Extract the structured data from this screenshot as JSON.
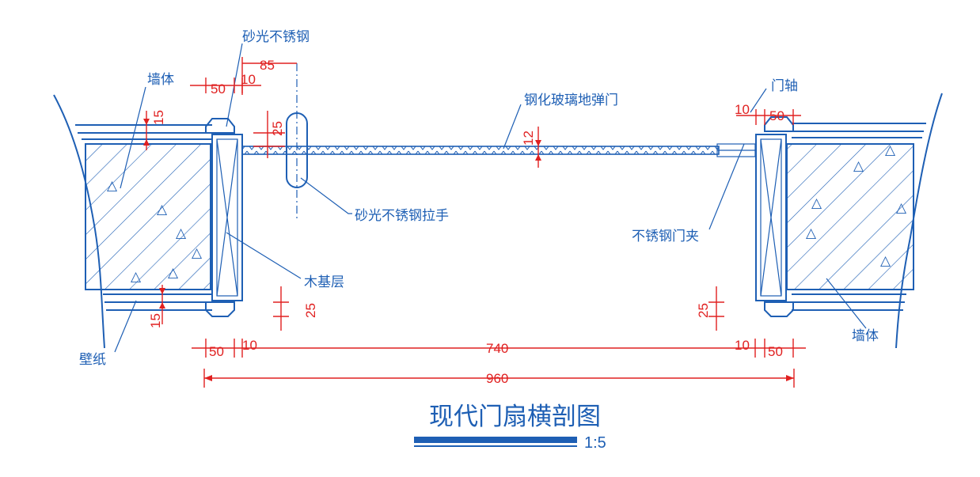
{
  "colors": {
    "drawing": "#1e5fb4",
    "dimension": "#e02020",
    "background": "#ffffff"
  },
  "labels": {
    "sand_steel_top": "砂光不锈钢",
    "wall_left": "墙体",
    "glass_door": "钢化玻璃地弹门",
    "door_pivot": "门轴",
    "sand_steel_handle": "砂光不锈钢拉手",
    "steel_clamp": "不锈钢门夹",
    "wood_base": "木基层",
    "wallpaper": "壁纸",
    "wall_right": "墙体"
  },
  "dimensions": {
    "d85": "85",
    "d50_top_left": "50",
    "d10_top_left": "10",
    "d15_top": "15",
    "d25_handle": "25",
    "d12_glass": "12",
    "d10_top_right": "10",
    "d50_top_right": "50",
    "d15_bottom": "15",
    "d25_bottom_left": "25",
    "d25_bottom_right": "25",
    "d50_bottom_left": "50",
    "d10_bottom_left": "10",
    "d740": "740",
    "d10_bottom_right": "10",
    "d50_bottom_right": "50",
    "d960": "960"
  },
  "title": {
    "text": "现代门扇横剖图",
    "scale": "1:5"
  }
}
